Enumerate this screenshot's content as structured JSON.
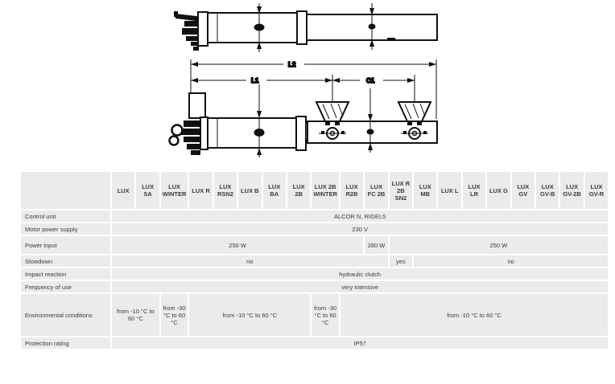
{
  "diagram": {
    "dimension_labels": {
      "l2": "L2",
      "l1": "L1",
      "c1": "C1"
    }
  },
  "table": {
    "columns": [
      "LUX",
      "LUX SA",
      "LUX WINTER",
      "LUX R",
      "LUX RSN2",
      "LUX B",
      "LUX BA",
      "LUX 2B",
      "LUX 2B WINTER",
      "LUX R2B",
      "LUX FC 2B",
      "LUX R 2B SN2",
      "LUX MB",
      "LUX L",
      "LUX LR",
      "LUX G",
      "LUX GV",
      "LUX GV-B",
      "LUX GV-2B",
      "LUX GV-R"
    ],
    "rows": {
      "control_unit": {
        "label": "Control unit",
        "value": "ALCOR N, RIGEL5"
      },
      "motor_power_supply": {
        "label": "Motor power supply",
        "value": "230 V"
      },
      "power_input": {
        "label": "Power input",
        "values": [
          "250 W",
          "280 W",
          "250 W"
        ]
      },
      "slowdown": {
        "label": "Slowdown",
        "values": [
          "no",
          "yes",
          "no"
        ]
      },
      "impact_reaction": {
        "label": "Impact reaction",
        "value": "hydraulic clutch"
      },
      "frequency_of_use": {
        "label": "Frequency of use",
        "value": "very intensive"
      },
      "environmental_conditions": {
        "label": "Environmental conditions",
        "values": [
          "from -10 °C to 60 °C",
          "from -30 °C to 60 °C",
          "from -10 °C to 60 °C",
          "from -30 °C to 60 °C",
          "from -10 °C to 60 °C"
        ]
      },
      "protection_rating": {
        "label": "Protection rating",
        "value": "IP57"
      }
    }
  }
}
